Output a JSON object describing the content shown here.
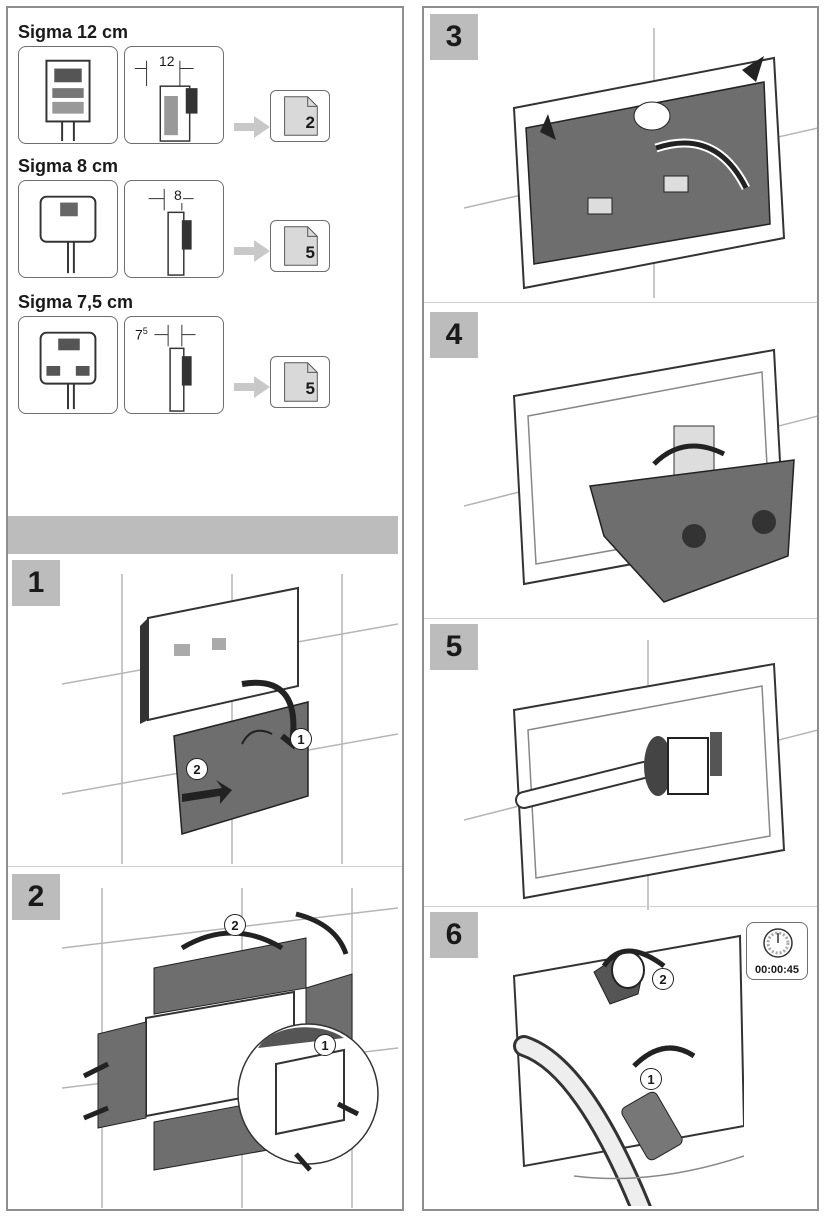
{
  "variants": [
    {
      "title": "Sigma 12 cm",
      "dimension": "12",
      "page": "2"
    },
    {
      "title": "Sigma 8 cm",
      "dimension": "8",
      "page": "5"
    },
    {
      "title": "Sigma 7,5 cm",
      "dimension_base": "7",
      "dimension_sup": "5",
      "page": "5"
    }
  ],
  "steps": [
    {
      "number": "1",
      "callouts": [
        "1",
        "2"
      ]
    },
    {
      "number": "2",
      "callouts": [
        "2",
        "1"
      ]
    },
    {
      "number": "3"
    },
    {
      "number": "4"
    },
    {
      "number": "5"
    },
    {
      "number": "6",
      "callouts": [
        "2",
        "1"
      ],
      "timer": "00:00:45"
    }
  ],
  "icons": {
    "page_ref": "page-reference-icon",
    "arrow": "right-arrow-icon",
    "timer": "stopwatch-icon"
  },
  "colors": {
    "step_badge": "#bcbcbc",
    "panel_border": "#8e8e8e",
    "cover_gray": "#6e6e6e",
    "arrow_gray": "#c8c8c8"
  }
}
